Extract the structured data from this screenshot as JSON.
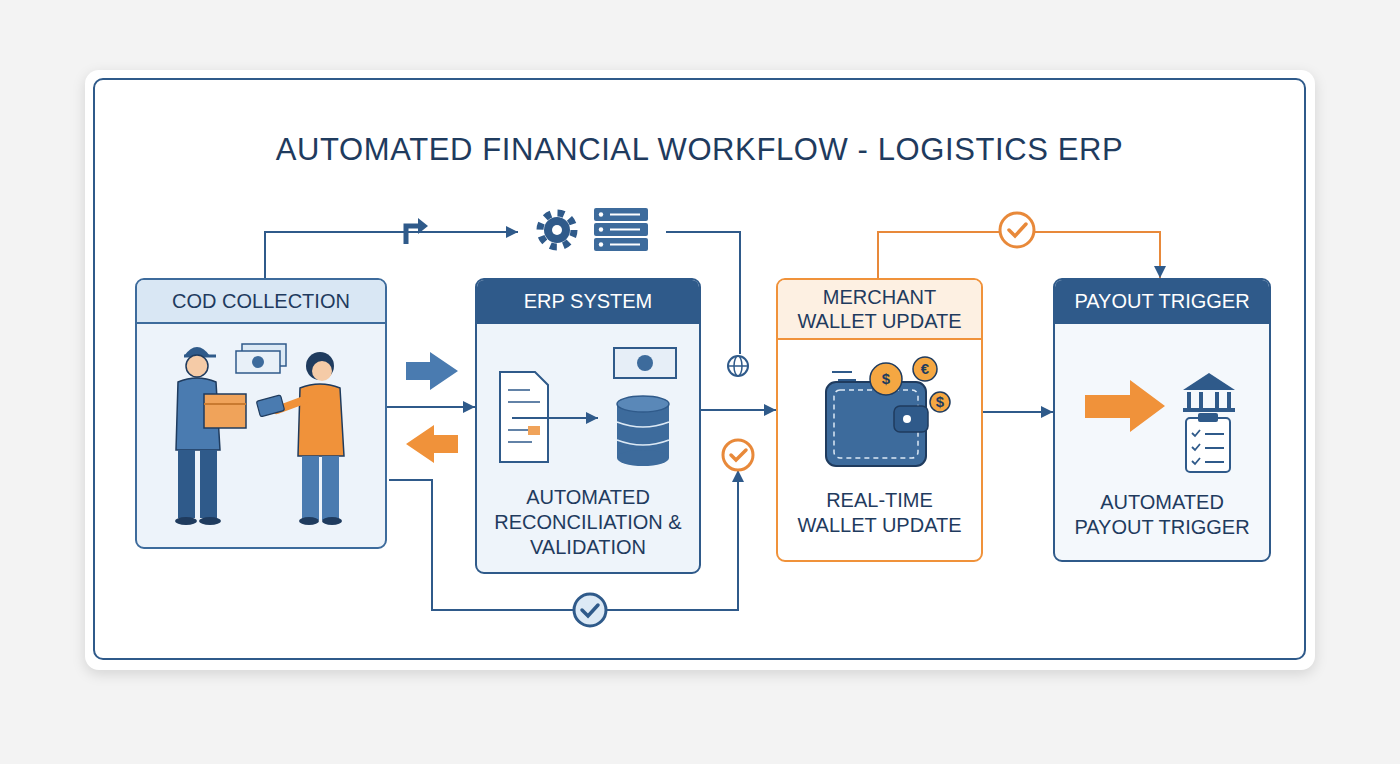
{
  "diagram": {
    "title": "AUTOMATED FINANCIAL WORKFLOW - LOGISTICS ERP",
    "nodes": [
      {
        "text": [
          "COD COLLECTION"
        ]
      },
      {
        "text": [
          "ERP SYSTEM",
          "AUTOMATED RECONCILIATION & VALIDATION"
        ]
      },
      {
        "text": [
          "MERCHANT WALLET UPDATE",
          "REAL-TIME WALLET UPDATE"
        ]
      },
      {
        "text": [
          "PAYOUT TRIGGER",
          "AUTOMATED PAYOUT TRIGGER"
        ]
      }
    ],
    "edges": [
      {
        "from": 0,
        "to": 1,
        "arrow": "to"
      },
      {
        "from": 1,
        "to": 2,
        "arrow": "to"
      },
      {
        "from": 2,
        "to": 3,
        "arrow": "to"
      },
      {
        "from": 2,
        "to": 3,
        "arrow": "to"
      }
    ],
    "labels": [
      "$",
      "€",
      "$"
    ]
  }
}
